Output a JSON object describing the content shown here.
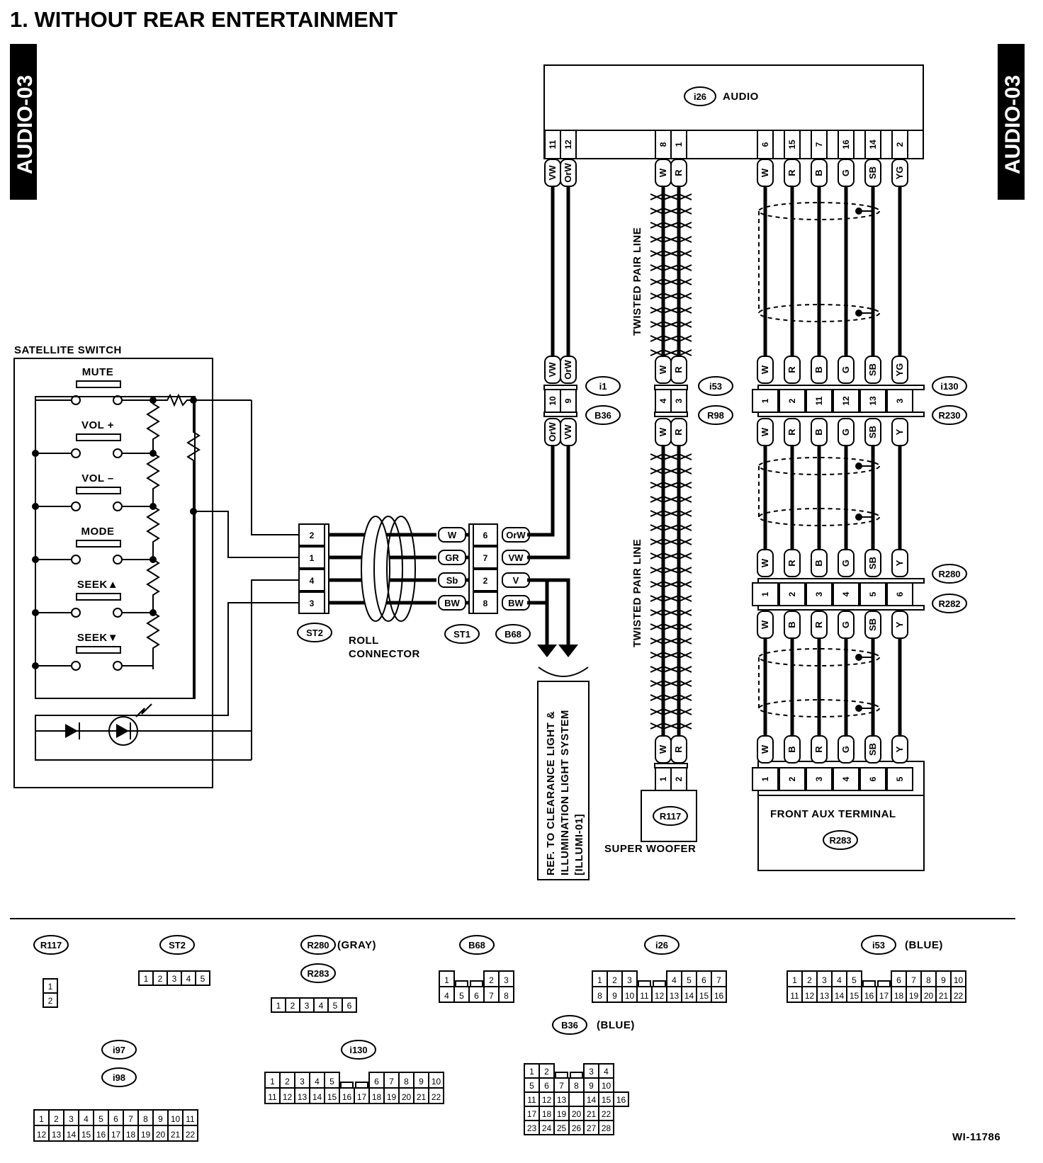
{
  "title": "1.  WITHOUT REAR ENTERTAINMENT",
  "page_code": "AUDIO-03",
  "figure_id": "WI-11786",
  "audio_unit": {
    "code": "i26",
    "name": "AUDIO",
    "left_pins": [
      "11",
      "12"
    ],
    "woofer_pins": [
      "8",
      "1"
    ],
    "right_pins": [
      "6",
      "15",
      "7",
      "16",
      "14",
      "2"
    ]
  },
  "wires": {
    "audio_left": [
      "VW",
      "OrW"
    ],
    "woofer": [
      "W",
      "R"
    ],
    "aux_upper": [
      "W",
      "R",
      "B",
      "G",
      "SB",
      "YG"
    ],
    "aux_mid": [
      "W",
      "R",
      "B",
      "G",
      "SB",
      "Y"
    ],
    "aux_mid2": [
      "W",
      "R",
      "B",
      "G",
      "SB",
      "Y"
    ],
    "aux_lower": [
      "W",
      "B",
      "R",
      "G",
      "SB",
      "Y"
    ],
    "aux_bottom": [
      "W",
      "B",
      "R",
      "G",
      "SB",
      "Y"
    ]
  },
  "connectors": {
    "i1": "i1",
    "B36": "B36",
    "i1_pins": [
      "10",
      "9"
    ],
    "b36_wires": [
      "OrW",
      "VW"
    ],
    "i53": "i53",
    "R98": "R98",
    "i53_pins": [
      "4",
      "3"
    ],
    "i130": "i130",
    "R230": "R230",
    "i130_pins": [
      "1",
      "2",
      "11",
      "12",
      "13",
      "3"
    ],
    "R280": "R280",
    "R282": "R282",
    "r280_pins": [
      "1",
      "2",
      "3",
      "4",
      "5",
      "6"
    ],
    "R117": "R117",
    "r117_pins": [
      "1",
      "2"
    ],
    "R283": "R283",
    "r283_pins": [
      "1",
      "2",
      "3",
      "4",
      "6",
      "5"
    ],
    "ST2": "ST2",
    "ST1": "ST1",
    "B68": "B68",
    "st2_pins": [
      "2",
      "1",
      "4",
      "3"
    ],
    "st1_wires": [
      "W",
      "GR",
      "Sb",
      "BW"
    ],
    "b68_pins": [
      "6",
      "7",
      "2",
      "8"
    ],
    "b68_wires": [
      "OrW",
      "VW",
      "V",
      "BW"
    ]
  },
  "labels": {
    "satellite_switch": "SATELLITE SWITCH",
    "buttons": [
      "MUTE",
      "VOL +",
      "VOL –",
      "MODE",
      "SEEK▲",
      "SEEK▼"
    ],
    "roll_connector": [
      "ROLL",
      "CONNECTOR"
    ],
    "twisted_pair": "TWISTED PAIR LINE",
    "super_woofer": "SUPER WOOFER",
    "front_aux": "FRONT AUX TERMINAL",
    "ref_lines": [
      "REF. TO CLEARANCE LIGHT &",
      "ILLUMINATION LIGHT SYSTEM",
      "[ILLUMI-01]"
    ]
  },
  "connector_views": {
    "R117": {
      "code": "R117",
      "note": "",
      "rows": [
        [
          "1"
        ],
        [
          "2"
        ]
      ]
    },
    "ST2": {
      "code": "ST2",
      "note": "",
      "rows": [
        [
          "1",
          "2",
          "3",
          "4",
          "5"
        ]
      ]
    },
    "R280": {
      "code": "R280",
      "note": "(GRAY)",
      "code2": "R283",
      "rows": [
        [
          "1",
          "2",
          "3",
          "4",
          "5",
          "6"
        ]
      ]
    },
    "B68": {
      "code": "B68",
      "note": "",
      "rows": [
        [
          "1",
          "",
          "",
          "2",
          "3"
        ],
        [
          "4",
          "5",
          "6",
          "7",
          "8"
        ]
      ]
    },
    "i26": {
      "code": "i26",
      "note": "",
      "rows": [
        [
          "1",
          "2",
          "3",
          "",
          "",
          "4",
          "5",
          "6",
          "7"
        ],
        [
          "8",
          "9",
          "10",
          "11",
          "12",
          "13",
          "14",
          "15",
          "16"
        ]
      ]
    },
    "i53": {
      "code": "i53",
      "note": "(BLUE)",
      "rows": [
        [
          "1",
          "2",
          "3",
          "4",
          "5",
          "",
          "",
          "6",
          "7",
          "8",
          "9",
          "10"
        ],
        [
          "11",
          "12",
          "13",
          "14",
          "15",
          "16",
          "17",
          "18",
          "19",
          "20",
          "21",
          "22"
        ]
      ]
    },
    "i97": {
      "code": "i97",
      "code2": "i98",
      "note": "",
      "rows": [
        [
          "1",
          "2",
          "3",
          "4",
          "5",
          "6",
          "7",
          "8",
          "9",
          "10",
          "11"
        ],
        [
          "12",
          "13",
          "14",
          "15",
          "16",
          "17",
          "18",
          "19",
          "20",
          "21",
          "22"
        ]
      ]
    },
    "i130": {
      "code": "i130",
      "note": "",
      "rows": [
        [
          "1",
          "2",
          "3",
          "4",
          "5",
          "",
          "",
          "6",
          "7",
          "8",
          "9",
          "10"
        ],
        [
          "11",
          "12",
          "13",
          "14",
          "15",
          "16",
          "17",
          "18",
          "19",
          "20",
          "21",
          "22"
        ]
      ]
    },
    "B36": {
      "code": "B36",
      "note": "(BLUE)",
      "rows": [
        [
          "1",
          "2",
          "",
          "",
          "3",
          "4"
        ],
        [
          "5",
          "6",
          "7",
          "8",
          "9",
          "10"
        ],
        [
          "11",
          "12",
          "13",
          "",
          "14",
          "15",
          "16"
        ],
        [
          "17",
          "18",
          "19",
          "20",
          "21",
          "22"
        ],
        [
          "23",
          "24",
          "25",
          "26",
          "27",
          "28"
        ]
      ]
    }
  }
}
